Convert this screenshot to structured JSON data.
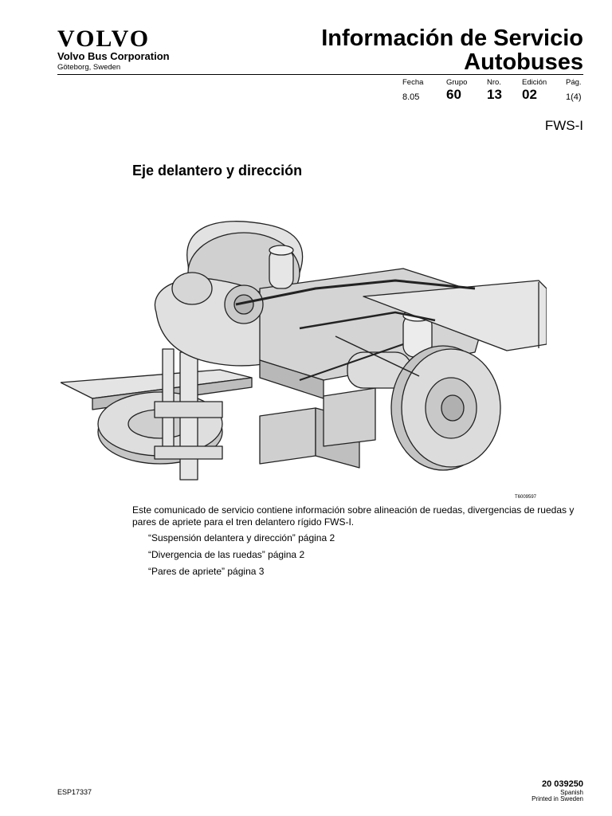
{
  "header": {
    "brand": "VOLVO",
    "corporation": "Volvo Bus Corporation",
    "location": "Göteborg, Sweden",
    "title_line1": "Información de Servicio",
    "title_line2": "Autobuses"
  },
  "meta": {
    "fecha_label": "Fecha",
    "fecha_value": "8.05",
    "grupo_label": "Grupo",
    "grupo_value": "60",
    "nro_label": "Nro.",
    "nro_value": "13",
    "edicion_label": "Edición",
    "edicion_value": "02",
    "pag_label": "Pág.",
    "pag_value": "1(4)"
  },
  "model": "FWS-I",
  "section_title": "Eje delantero y dirección",
  "figure": {
    "code": "T6009597"
  },
  "intro": "Este comunicado de servicio contiene información sobre alineación de ruedas, divergencias de ruedas y pares de apriete para el tren delantero rígido FWS-I.",
  "items": [
    "“Suspensión delantera y dirección” página 2",
    "“Divergencia de las ruedas” página 2",
    "“Pares de apriete” página 3"
  ],
  "footer": {
    "doc_code": "ESP17337",
    "doc_number": "20 039250",
    "language": "Spanish",
    "printed": "Printed in Sweden"
  }
}
